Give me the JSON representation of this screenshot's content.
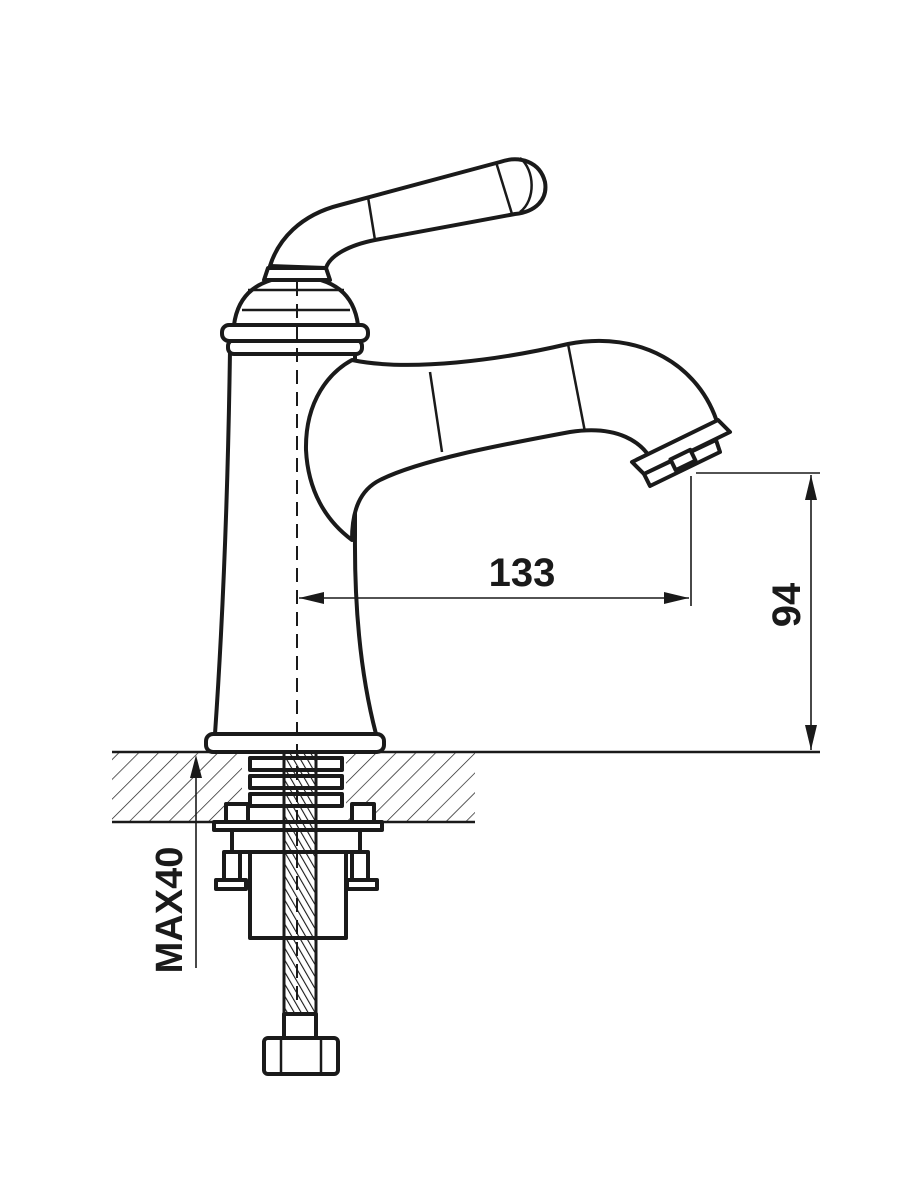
{
  "dimensions": {
    "spout_reach": "133",
    "spout_height": "94",
    "deck_thickness_max": "MAX40"
  },
  "colors": {
    "line": "#1a1a1a",
    "background": "#ffffff"
  }
}
